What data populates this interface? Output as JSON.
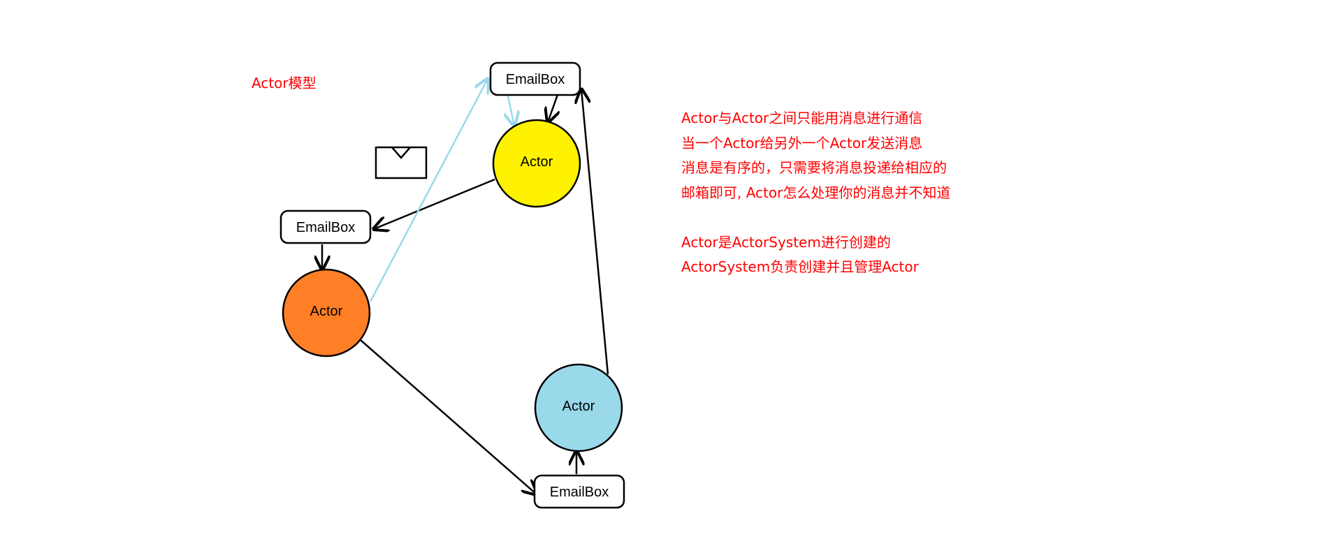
{
  "diagram": {
    "title": "Actor模型",
    "nodes": {
      "actor_yellow": {
        "label": "Actor",
        "fill": "#fef200"
      },
      "actor_orange": {
        "label": "Actor",
        "fill": "#ff7f26"
      },
      "actor_blue": {
        "label": "Actor",
        "fill": "#99d9ea"
      },
      "emailbox_top": {
        "label": "EmailBox"
      },
      "emailbox_left": {
        "label": "EmailBox"
      },
      "emailbox_bottom": {
        "label": "EmailBox"
      }
    },
    "edges": [
      {
        "from": "emailbox_top",
        "to": "actor_yellow",
        "color": "#99d9ea"
      },
      {
        "from": "emailbox_top",
        "to": "actor_yellow",
        "color": "#000000"
      },
      {
        "from": "actor_yellow",
        "to": "emailbox_left",
        "color": "#000000"
      },
      {
        "from": "emailbox_left",
        "to": "actor_orange",
        "color": "#000000"
      },
      {
        "from": "actor_orange",
        "to": "emailbox_top",
        "color": "#99d9ea"
      },
      {
        "from": "actor_orange",
        "to": "emailbox_bottom",
        "color": "#000000"
      },
      {
        "from": "emailbox_bottom",
        "to": "actor_blue",
        "color": "#000000"
      },
      {
        "from": "actor_blue",
        "to": "emailbox_top",
        "color": "#000000"
      }
    ],
    "icons": {
      "envelope": "envelope-icon"
    }
  },
  "notes": {
    "lines": [
      "Actor与Actor之间只能用消息进行通信",
      "当一个Actor给另外一个Actor发送消息",
      "消息是有序的，只需要将消息投递给相应的",
      "邮箱即可, Actor怎么处理你的消息并不知道",
      "Actor是ActorSystem进行创建的",
      "ActorSystem负责创建并且管理Actor"
    ],
    "color": "#ff0000"
  }
}
